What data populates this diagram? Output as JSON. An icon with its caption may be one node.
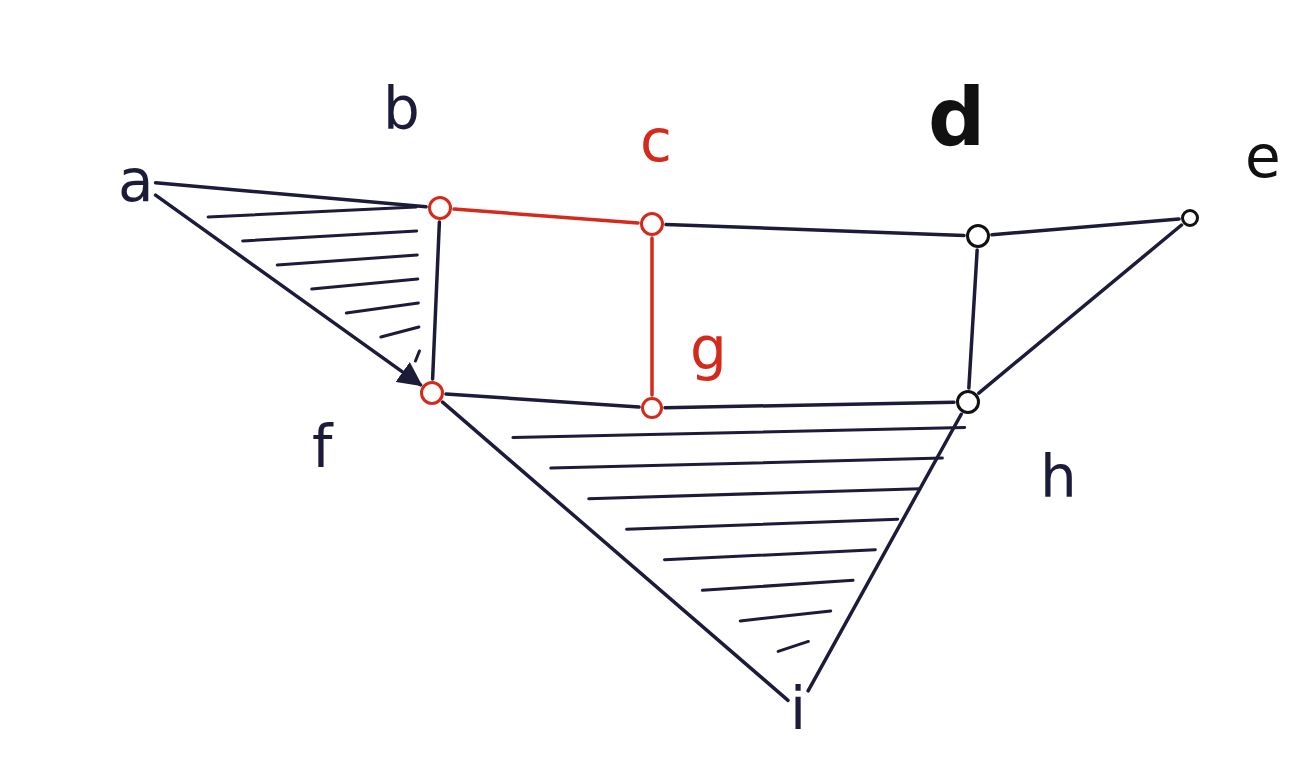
{
  "diagram": {
    "nodes": [
      {
        "text": [
          "a"
        ]
      },
      {
        "text": [],
        "shape": "circle",
        "beside": [
          "b"
        ]
      },
      {
        "text": [],
        "shape": "circle",
        "beside": [
          "c"
        ]
      },
      {
        "text": [],
        "shape": "circle",
        "beside": [
          "d"
        ]
      },
      {
        "text": [],
        "shape": "circle",
        "beside": [
          "e"
        ]
      },
      {
        "text": [],
        "shape": "circle",
        "beside": [
          "f"
        ]
      },
      {
        "text": [],
        "shape": "circle",
        "beside": [
          "g"
        ]
      },
      {
        "text": [],
        "shape": "circle",
        "beside": [
          "h"
        ]
      },
      {
        "text": [
          "i"
        ]
      }
    ],
    "edges": [
      {
        "from": 0,
        "to": 1,
        "arrow": "none"
      },
      {
        "from": 0,
        "to": 5,
        "arrow": "to"
      },
      {
        "from": 1,
        "to": 5,
        "arrow": "none"
      },
      {
        "from": 1,
        "to": 2,
        "arrow": "none",
        "color": "#d42a1c"
      },
      {
        "from": 2,
        "to": 6,
        "arrow": "none",
        "color": "#d42a1c"
      },
      {
        "from": 2,
        "to": 3,
        "arrow": "none"
      },
      {
        "from": 3,
        "to": 4,
        "arrow": "none"
      },
      {
        "from": 3,
        "to": 7,
        "arrow": "none"
      },
      {
        "from": 4,
        "to": 7,
        "arrow": "none"
      },
      {
        "from": 5,
        "to": 6,
        "arrow": "none"
      },
      {
        "from": 6,
        "to": 7,
        "arrow": "none"
      },
      {
        "from": 5,
        "to": 8,
        "arrow": "none"
      },
      {
        "from": 7,
        "to": 8,
        "arrow": "none"
      }
    ]
  }
}
